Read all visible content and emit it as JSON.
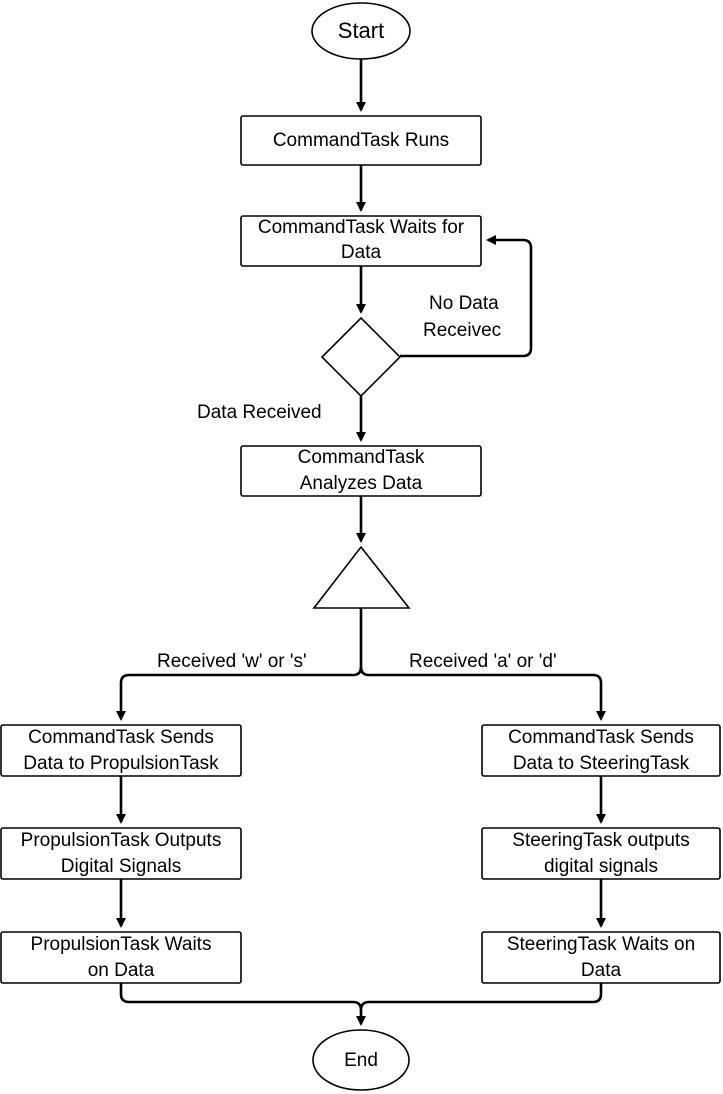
{
  "diagram": {
    "type": "flowchart",
    "nodes": {
      "start": {
        "label": "Start"
      },
      "command_runs": {
        "label": "CommandTask Runs"
      },
      "command_waits": {
        "label_line1": "CommandTask Waits for",
        "label_line2": "Data"
      },
      "data_check": {
        "label": ""
      },
      "command_analyzes": {
        "label_line1": "CommandTask",
        "label_line2": "Analyzes Data"
      },
      "branch": {
        "label": ""
      },
      "send_propulsion": {
        "label_line1": "CommandTask Sends",
        "label_line2": "Data to PropulsionTask"
      },
      "propulsion_outputs": {
        "label_line1": "PropulsionTask Outputs",
        "label_line2": "Digital Signals"
      },
      "propulsion_waits": {
        "label_line1": "PropulsionTask Waits",
        "label_line2": "on Data"
      },
      "send_steering": {
        "label_line1": "CommandTask Sends",
        "label_line2": "Data to SteeringTask"
      },
      "steering_outputs": {
        "label_line1": "SteeringTask outputs",
        "label_line2": "digital signals"
      },
      "steering_waits": {
        "label_line1": "SteeringTask Waits on",
        "label_line2": "Data"
      },
      "end": {
        "label": "End"
      }
    },
    "edge_labels": {
      "no_data_line1": "No Data",
      "no_data_line2": "Receivec",
      "data_received": "Data Received",
      "received_ws": "Received 'w' or 's'",
      "received_ad": "Received 'a' or 'd'"
    }
  }
}
